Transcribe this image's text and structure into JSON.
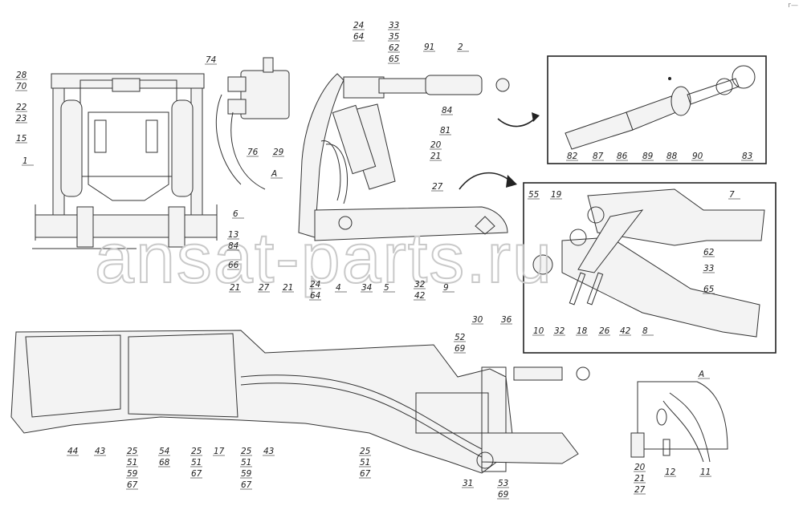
{
  "corner_mark": "r—",
  "watermark": "ansat-parts.ru",
  "view_label": "A",
  "labels": [
    "28",
    "70",
    "22",
    "23",
    "15",
    "1",
    "74",
    "76",
    "29",
    "A",
    "6",
    "13",
    "84",
    "66",
    "21",
    "27",
    "21",
    "24",
    "64",
    "4",
    "34",
    "5",
    "32",
    "42",
    "9",
    "20",
    "21",
    "27",
    "24",
    "64",
    "33",
    "35",
    "62",
    "65",
    "91",
    "2",
    "84",
    "81",
    "82",
    "87",
    "86",
    "89",
    "88",
    "90",
    "83",
    "7",
    "55",
    "19",
    "62",
    "33",
    "65",
    "10",
    "32",
    "18",
    "26",
    "42",
    "8",
    "30",
    "36",
    "52",
    "69",
    "31",
    "53",
    "69",
    "44",
    "43",
    "25",
    "51",
    "59",
    "67",
    "54",
    "68",
    "25",
    "51",
    "67",
    "17",
    "25",
    "51",
    "59",
    "67",
    "43",
    "25",
    "51",
    "67",
    "A",
    "20",
    "21",
    "27",
    "12",
    "11"
  ]
}
